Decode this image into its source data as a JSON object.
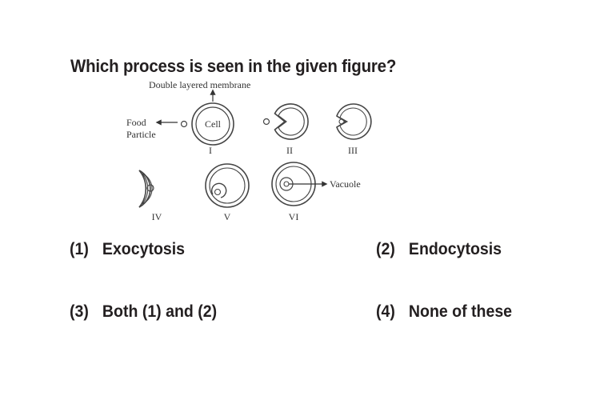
{
  "question": "Which process is seen in the given figure?",
  "figure": {
    "labels": {
      "membrane": "Double layered membrane",
      "food": "Food",
      "particle": "Particle",
      "cell": "Cell",
      "vacuole": "Vacuole"
    },
    "stages": [
      "I",
      "II",
      "III",
      "IV",
      "V",
      "VI"
    ]
  },
  "options": [
    {
      "num": "(1)",
      "text": "Exocytosis"
    },
    {
      "num": "(2)",
      "text": "Endocytosis"
    },
    {
      "num": "(3)",
      "text": "Both (1) and (2)"
    },
    {
      "num": "(4)",
      "text": "None of these"
    }
  ]
}
